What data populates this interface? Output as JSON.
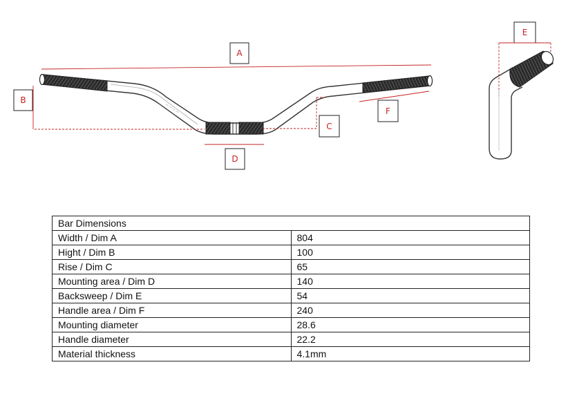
{
  "diagram": {
    "labels": {
      "a": "A",
      "b": "B",
      "c": "C",
      "d": "D",
      "e": "E",
      "f": "F"
    },
    "colors": {
      "dimension": "#c62020",
      "outline": "#333333",
      "grip": "#1a1a1a"
    }
  },
  "table": {
    "title": "Bar Dimensions",
    "rows": [
      {
        "label": "Width / Dim A",
        "value": "804"
      },
      {
        "label": "Hight / Dim B",
        "value": "100"
      },
      {
        "label": "Rise / Dim C",
        "value": "65"
      },
      {
        "label": "Mounting area / Dim D",
        "value": "140"
      },
      {
        "label": "Backsweep / Dim E",
        "value": "54"
      },
      {
        "label": "Handle area / Dim F",
        "value": "240"
      },
      {
        "label": "Mounting diameter",
        "value": "28.6"
      },
      {
        "label": "Handle diameter",
        "value": "22.2"
      },
      {
        "label": "Material thickness",
        "value": "4.1mm"
      }
    ]
  }
}
